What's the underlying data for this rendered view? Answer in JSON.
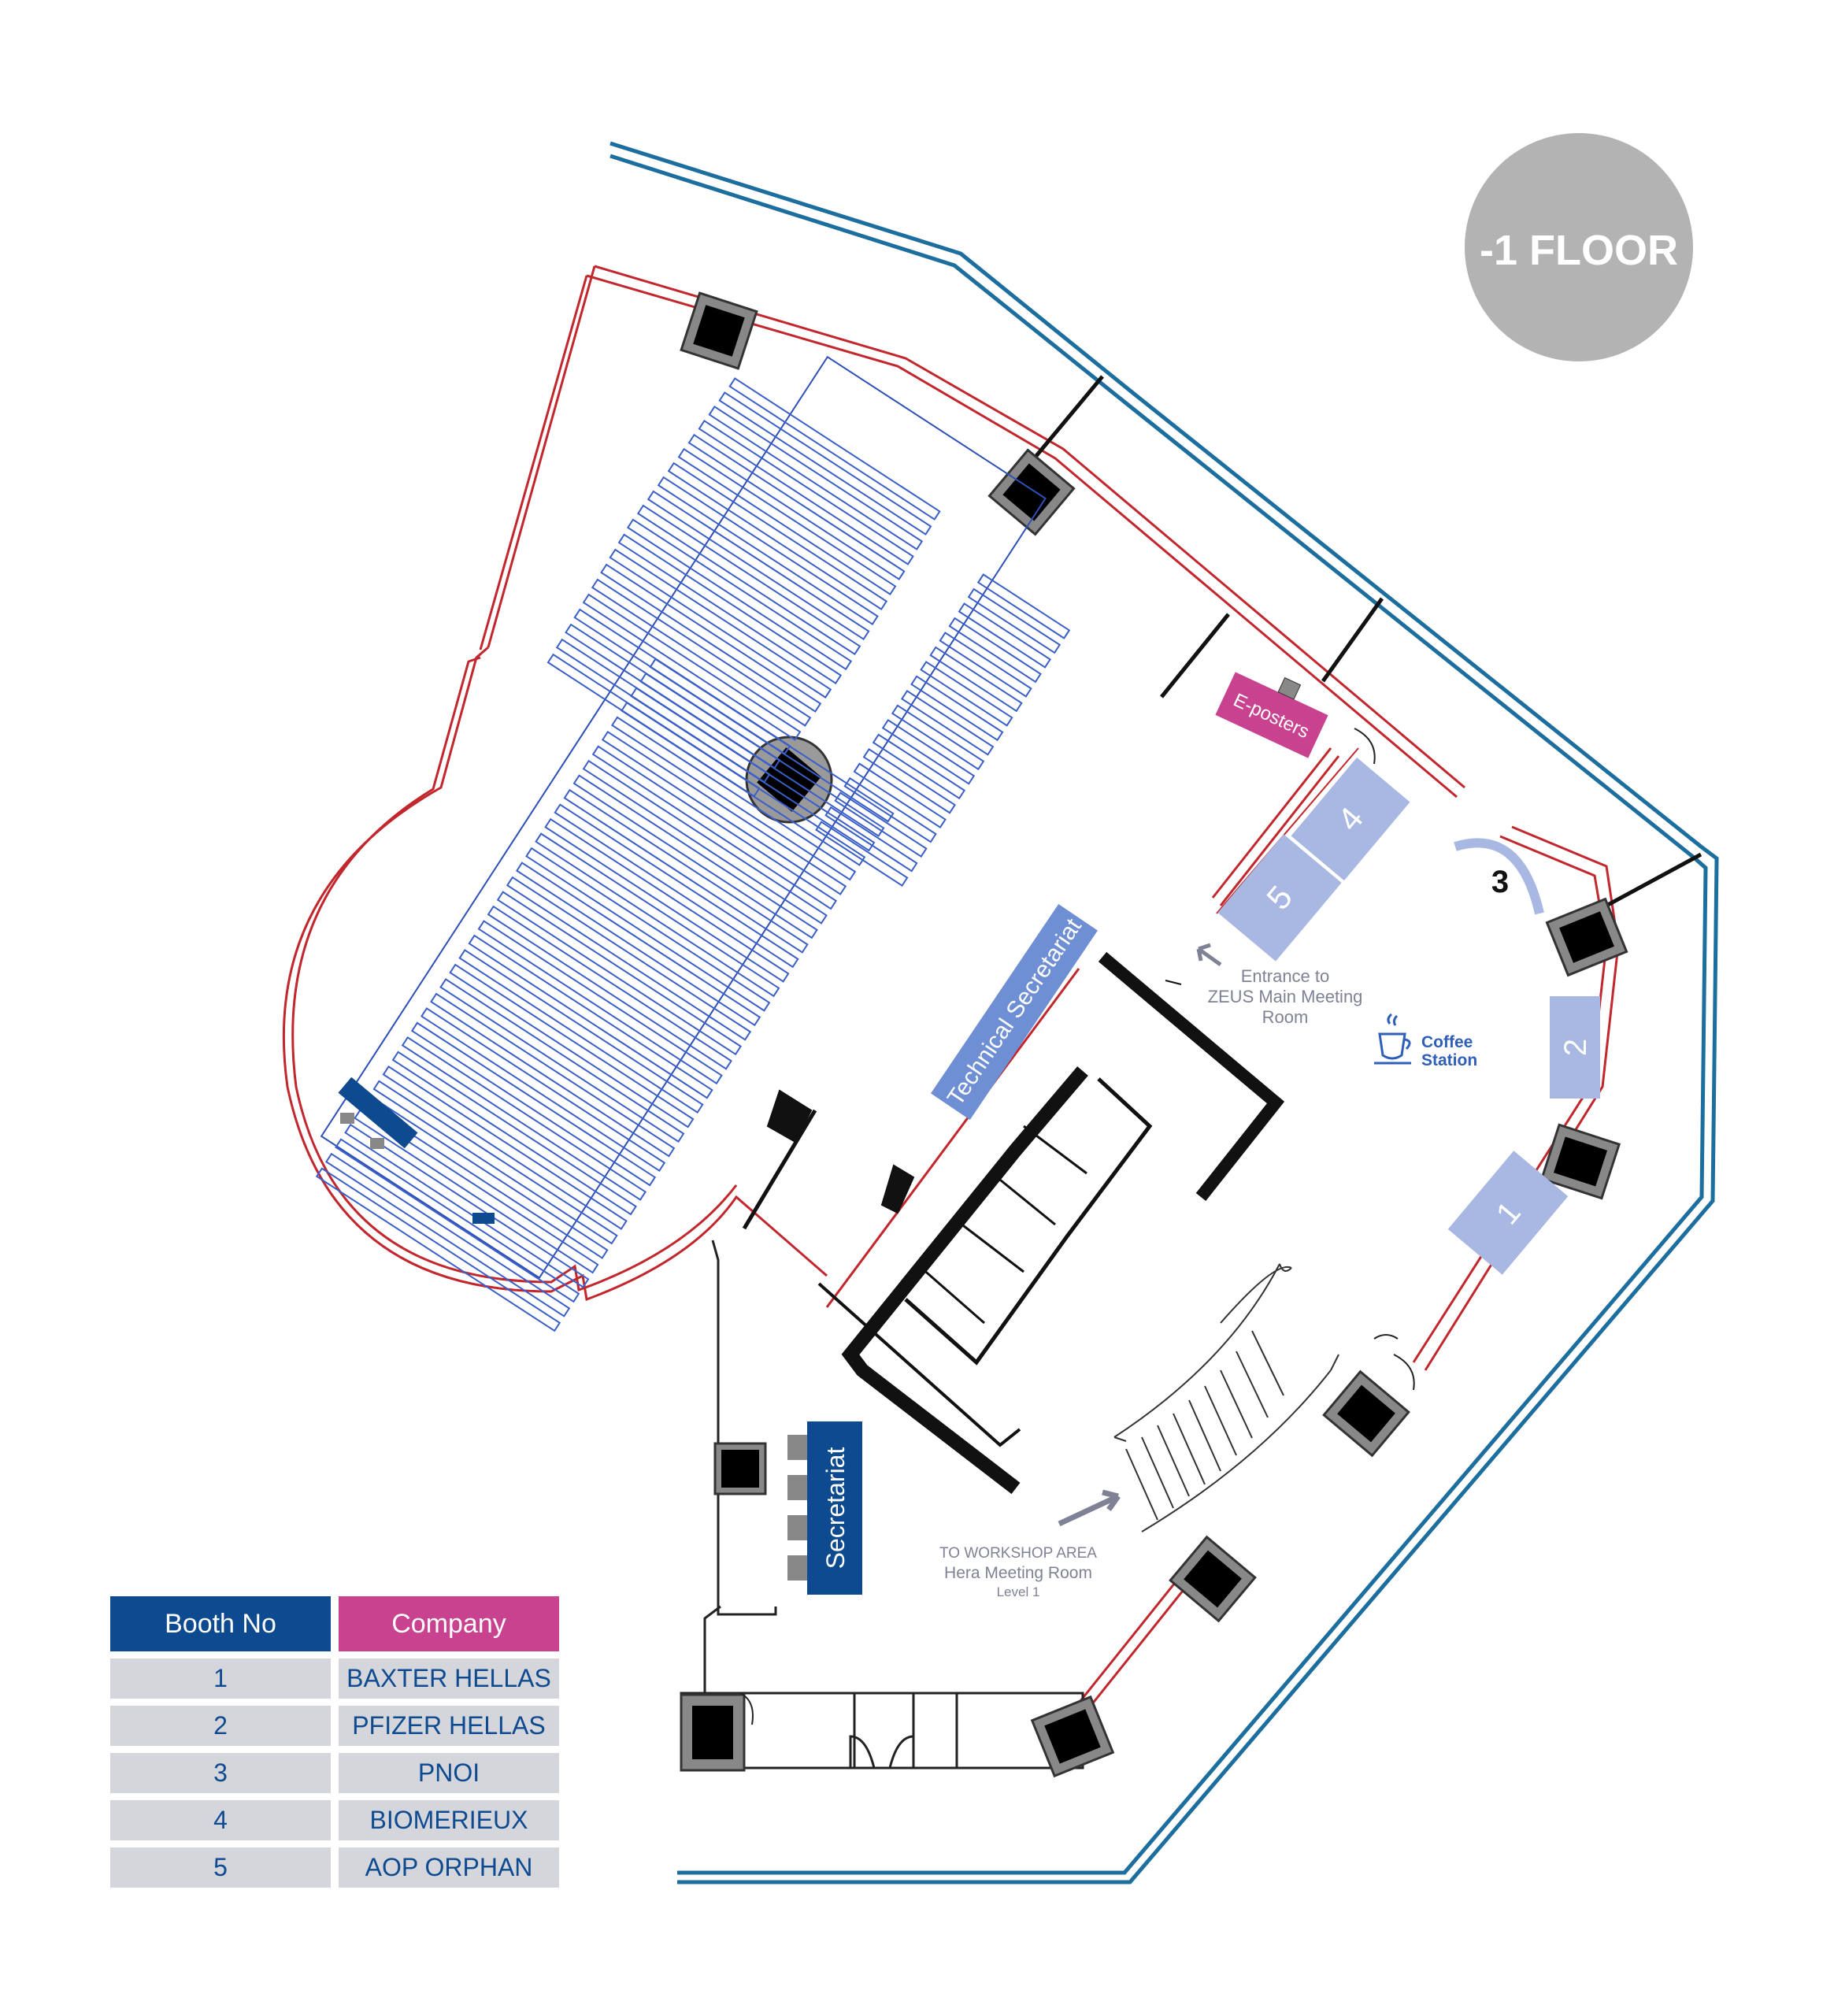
{
  "floor_badge": "-1 FLOOR",
  "labels": {
    "eposters": "E-posters",
    "technical_secretariat": "Technical Secretariat",
    "secretariat": "Secretariat",
    "entrance_line1": "Entrance to",
    "entrance_line2": "ZEUS Main Meeting",
    "entrance_line3": "Room",
    "coffee_line1": "Coffee",
    "coffee_line2": "Station",
    "workshop_line1": "TO WORKSHOP AREA",
    "workshop_line2": "Hera Meeting Room",
    "workshop_line3": "Level 1"
  },
  "booths": [
    "1",
    "2",
    "3",
    "4",
    "5"
  ],
  "legend": {
    "header_booth": "Booth No",
    "header_company": "Company",
    "rows": [
      {
        "booth": "1",
        "company": "BAXTER HELLAS"
      },
      {
        "booth": "2",
        "company": "PFIZER HELLAS"
      },
      {
        "booth": "3",
        "company": "PNOI"
      },
      {
        "booth": "4",
        "company": "BIOMERIEUX"
      },
      {
        "booth": "5",
        "company": "AOP ORPHAN"
      }
    ]
  },
  "colors": {
    "navy": "#0d4a8f",
    "magenta": "#c9428f",
    "booth_blue": "#a8b8e2",
    "wall_red": "#c1272d",
    "outer_blue": "#1c6e9e",
    "badge_gray": "#b3b3b3",
    "legend_gray": "#d4d6dc"
  }
}
